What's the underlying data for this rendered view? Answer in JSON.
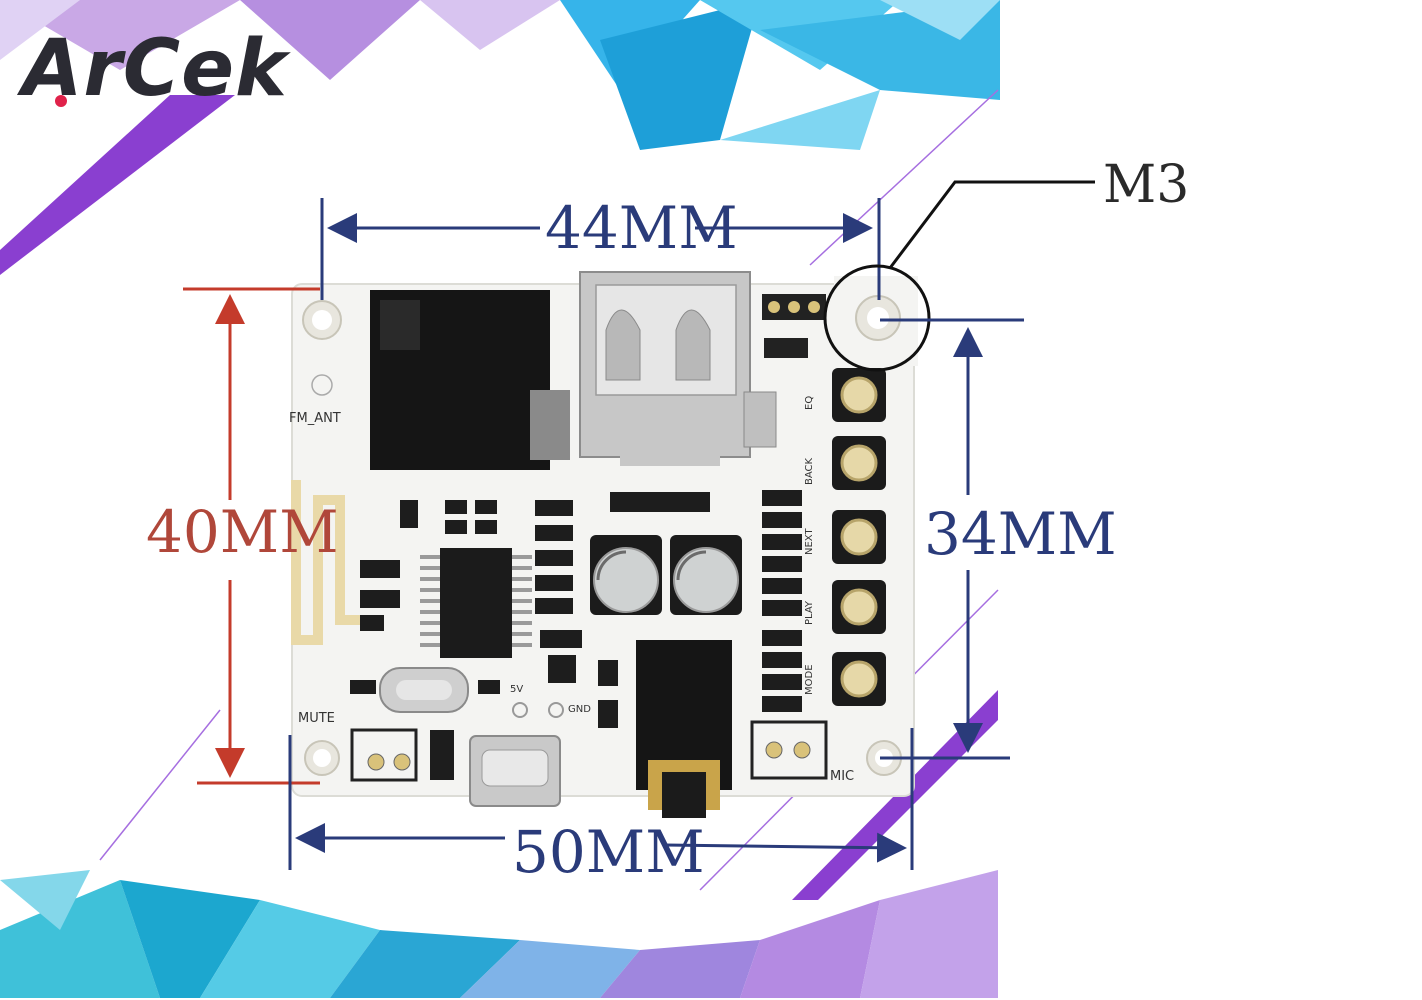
{
  "brand": {
    "logo_text": "ArCek",
    "accent_color": "#e0224a"
  },
  "dimensions": {
    "width_top": "44MM",
    "height_left": "40MM",
    "height_right": "34MM",
    "width_bottom": "50MM",
    "hole_label": "M3"
  },
  "board_labels": {
    "fm_ant": "FM_ANT",
    "mute": "MUTE",
    "mic": "MIC",
    "v5": "5V",
    "gnd": "GND",
    "buttons": [
      "EQ",
      "BACK",
      "NEXT",
      "PLAY",
      "MODE"
    ]
  },
  "colors": {
    "dim_blue": "#2a3b7a",
    "dim_red": "#c43b2b",
    "board": "#f4f4f2"
  }
}
